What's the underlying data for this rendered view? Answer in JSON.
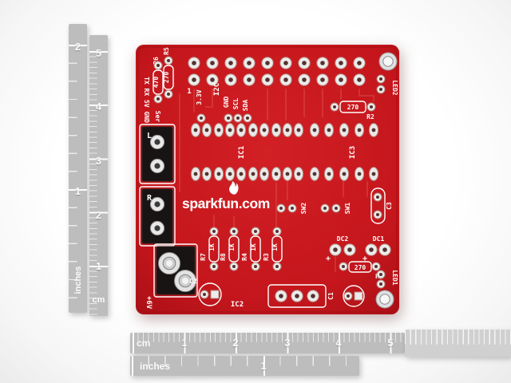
{
  "rulers": {
    "left_inches": {
      "unit": "inches",
      "numbers": [
        "2",
        "1"
      ]
    },
    "left_cm": {
      "unit": "cm",
      "numbers": [
        "5",
        "4",
        "3",
        "2",
        "1"
      ]
    },
    "bottom_cm": {
      "unit": "cm",
      "numbers": [
        "1",
        "2",
        "3",
        "4",
        "5"
      ]
    },
    "bottom_inches": {
      "unit": "inches",
      "numbers": [
        "1"
      ]
    }
  },
  "board": {
    "brand": "sparkfun.com",
    "labels": {
      "r5": "R5",
      "r6": "R6",
      "r5_value": "270",
      "r6_value": "470",
      "serial_header": "TX RX 5V GND",
      "ser": "Ser",
      "motor_l": "L",
      "motor_r": "R",
      "power": "+6V",
      "v33": "3.3V",
      "i2c": "I2C",
      "gnd": "GND",
      "scl": "SCL",
      "sda": "SDA",
      "pin1": "1",
      "ic1": "IC1",
      "ic2": "IC2",
      "ic3": "IC3",
      "r2": "R2",
      "r2_value": "270",
      "led1": "LED1",
      "led2": "LED2",
      "sw1": "SW1",
      "sw2": "SW2",
      "c1": "C1",
      "c2": "C2",
      "c3": "C3",
      "r7": "R7",
      "r8": "R8",
      "r4": "R4",
      "r3": "R3",
      "r_value_1k": "1K",
      "dc1": "DC1",
      "dc2": "DC2",
      "plus": "+",
      "r1": "R1",
      "r1_value": "270"
    }
  },
  "colors": {
    "board_red": "#c4161c",
    "silkscreen_white": "#ffffff",
    "ruler_gray": "#bdbdbd"
  }
}
